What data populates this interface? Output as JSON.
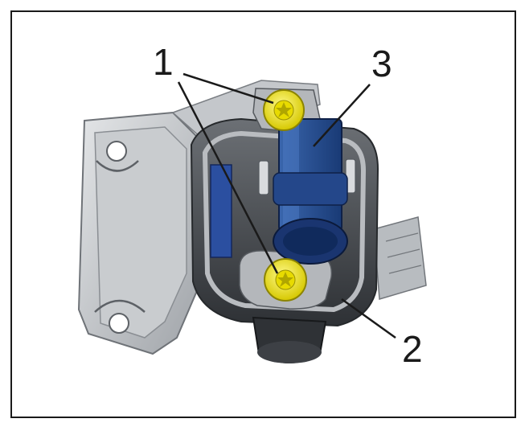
{
  "callouts": [
    {
      "id": "1",
      "label": "1"
    },
    {
      "id": "2",
      "label": "2"
    },
    {
      "id": "3",
      "label": "3"
    }
  ],
  "colors": {
    "frame": "#1a1a1a",
    "bracket_light": "#d4d6d8",
    "bracket_mid": "#aeb1b5",
    "bracket_dark": "#6f7378",
    "body_dark": "#3c3f43",
    "screw_yellow": "#f2e600",
    "connector_blue": "#2a4f8f",
    "connector_dark": "#10244a"
  },
  "icons": {
    "screw": "torx-screw-icon",
    "connector": "electrical-connector-icon",
    "bracket": "mounting-bracket-icon"
  }
}
